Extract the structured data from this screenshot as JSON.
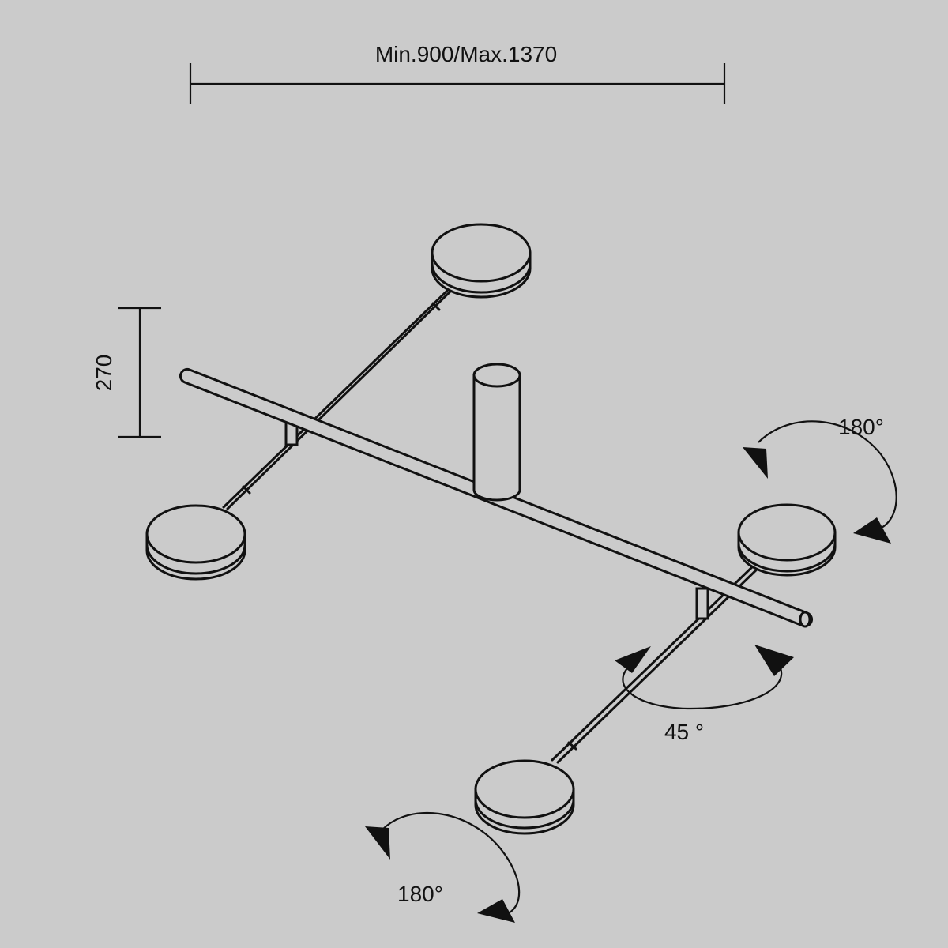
{
  "dimensions": {
    "width_label": "Min.900/Max.1370",
    "height_label": "270"
  },
  "rotation_labels": {
    "upper_right": "180°",
    "lower_left": "180°",
    "arm": "45 °"
  },
  "colors": {
    "background": "#cbcbcb",
    "line": "#111111"
  }
}
